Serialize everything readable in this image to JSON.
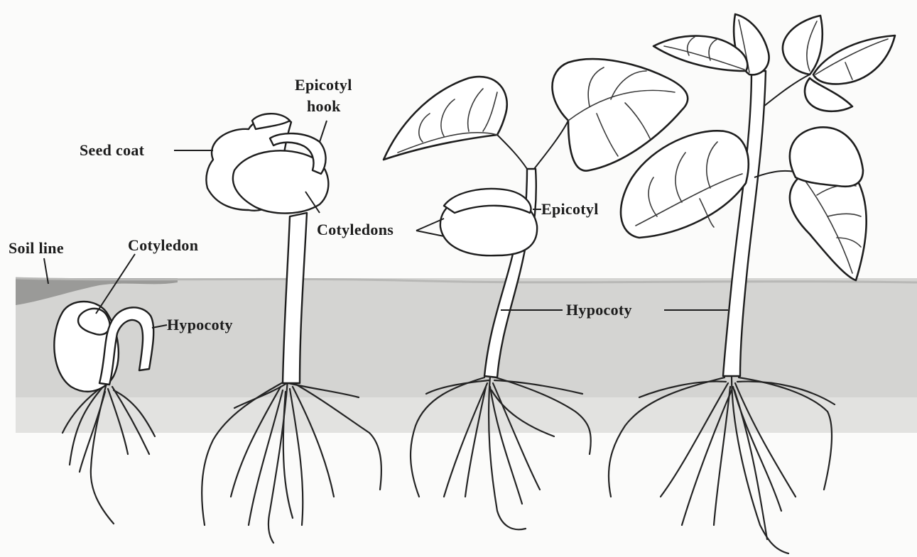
{
  "labels": {
    "soil_line": "Soil line",
    "cotyledon": "Cotyledon",
    "hypocoty_stage1": "Hypocoty",
    "seed_coat": "Seed coat",
    "epicotyl_hook_line1": "Epicotyl",
    "epicotyl_hook_line2": "hook",
    "cotyledons": "Cotyledons",
    "epicotyl": "Epicotyl",
    "hypocoty_shared": "Hypocoty"
  },
  "colors": {
    "soil": "#d4d4d2",
    "soil_surface": "#9c9c9a",
    "background": "#fbfbfa",
    "ink": "#1e1e1e"
  }
}
